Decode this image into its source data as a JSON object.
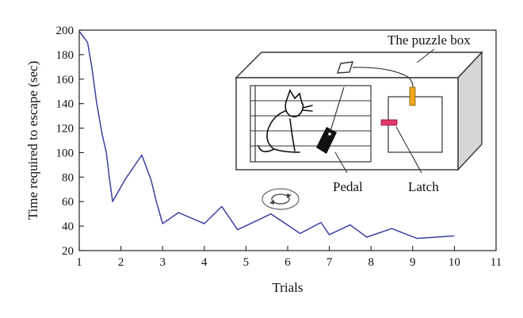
{
  "chart_data": {
    "type": "line",
    "title": "",
    "xlabel": "Trials",
    "ylabel": "Time required to escape (sec)",
    "xlim": [
      1,
      11
    ],
    "ylim": [
      20,
      200
    ],
    "xticks": [
      1,
      2,
      3,
      4,
      5,
      6,
      7,
      8,
      9,
      10,
      11
    ],
    "yticks": [
      20,
      40,
      60,
      80,
      100,
      120,
      140,
      160,
      180,
      200
    ],
    "grid": false,
    "legend": "none",
    "series": [
      {
        "color": "#3b3fa0",
        "x": [
          1.0,
          1.2,
          1.3,
          1.42,
          1.55,
          1.65,
          1.72,
          1.8,
          2.1,
          2.5,
          2.72,
          2.85,
          3.0,
          3.38,
          4.0,
          4.42,
          4.8,
          5.6,
          6.3,
          6.8,
          7.0,
          7.5,
          7.9,
          8.5,
          9.1,
          10.0
        ],
        "y": [
          199,
          190,
          170,
          140,
          115,
          100,
          80,
          60,
          78,
          98,
          78,
          60,
          42,
          51,
          42,
          56,
          37,
          50,
          34,
          43,
          33,
          41,
          31,
          38,
          30,
          32
        ]
      }
    ],
    "annotations": {
      "puzzle_box": "The puzzle box",
      "pedal": "Pedal",
      "latch": "Latch"
    }
  }
}
